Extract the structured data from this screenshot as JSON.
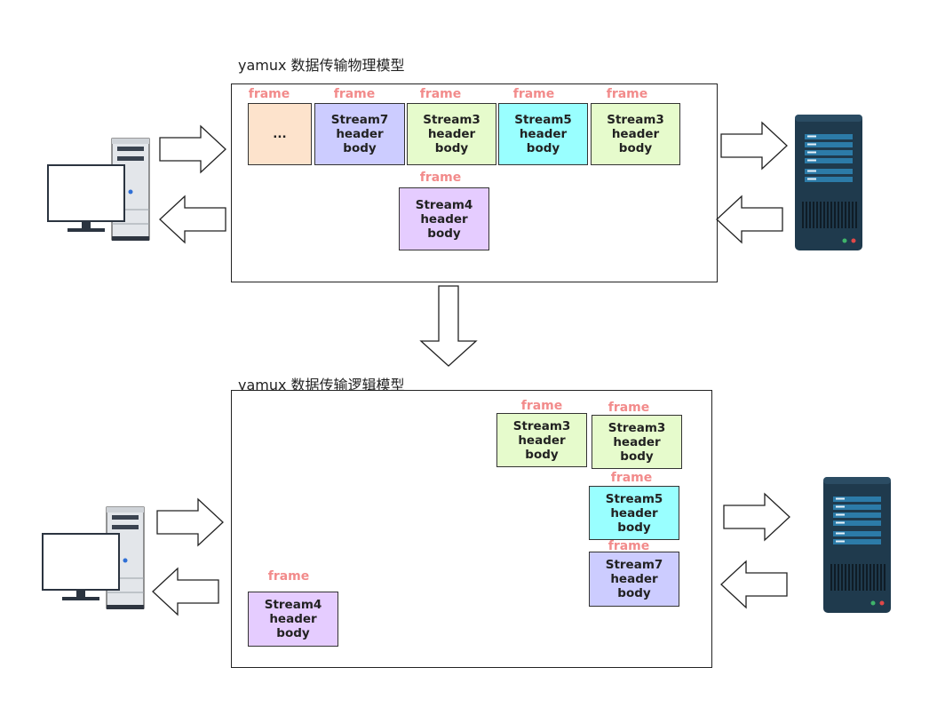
{
  "colors": {
    "dots_box": "#fde3cc",
    "stream7": "#ccccff",
    "stream3": "#e6fbcc",
    "stream5": "#99ffff",
    "stream4": "#e5ccff",
    "frame_label": "#f28b8b",
    "server_body": "#1f3a4d",
    "server_panel": "#2c7ba8"
  },
  "icons": [
    "desktop-computer-icon",
    "server-icon",
    "arrow-right-icon",
    "arrow-left-icon",
    "arrow-down-icon"
  ],
  "physical": {
    "title": "yamux 数据传输物理模型",
    "frames": [
      {
        "label": "frame",
        "lines": [
          "..."
        ],
        "color": "#fde3cc"
      },
      {
        "label": "frame",
        "lines": [
          "Stream7",
          "header",
          "body"
        ],
        "color": "#ccccff"
      },
      {
        "label": "frame",
        "lines": [
          "Stream3",
          "header",
          "body"
        ],
        "color": "#e6fbcc"
      },
      {
        "label": "frame",
        "lines": [
          "Stream5",
          "header",
          "body"
        ],
        "color": "#99ffff"
      },
      {
        "label": "frame",
        "lines": [
          "Stream3",
          "header",
          "body"
        ],
        "color": "#e6fbcc"
      },
      {
        "label": "frame",
        "lines": [
          "Stream4",
          "header",
          "body"
        ],
        "color": "#e5ccff"
      }
    ]
  },
  "logical": {
    "title": "yamux 数据传输逻辑模型",
    "frames": [
      {
        "label": "frame",
        "lines": [
          "Stream3",
          "header",
          "body"
        ],
        "color": "#e6fbcc"
      },
      {
        "label": "frame",
        "lines": [
          "Stream3",
          "header",
          "body"
        ],
        "color": "#e6fbcc"
      },
      {
        "label": "frame",
        "lines": [
          "Stream5",
          "header",
          "body"
        ],
        "color": "#99ffff"
      },
      {
        "label": "frame",
        "lines": [
          "Stream7",
          "header",
          "body"
        ],
        "color": "#ccccff"
      },
      {
        "label": "frame",
        "lines": [
          "Stream4",
          "header",
          "body"
        ],
        "color": "#e5ccff"
      }
    ]
  }
}
